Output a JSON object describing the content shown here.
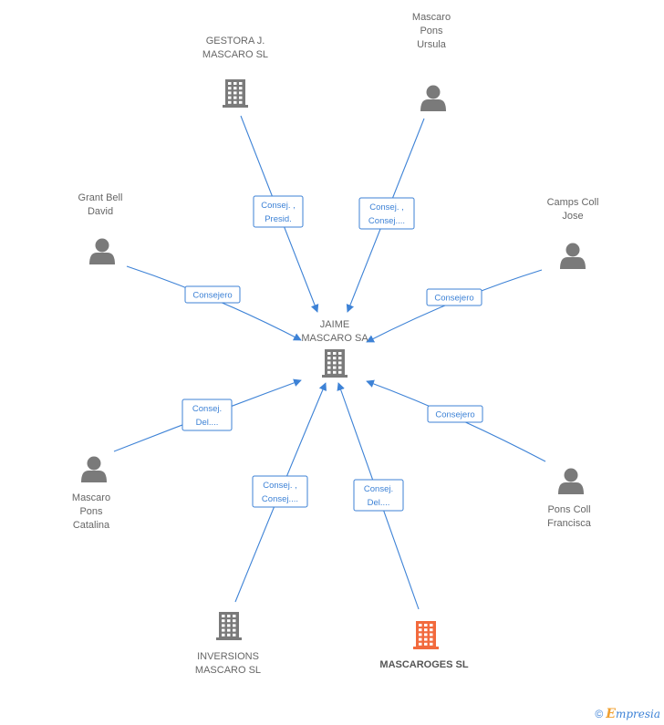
{
  "center": {
    "id": "jaime",
    "label": [
      "JAIME",
      "MASCARO SA"
    ],
    "type": "company",
    "highlight": false
  },
  "nodes": [
    {
      "id": "gestora",
      "label": [
        "GESTORA J.",
        "MASCARO SL"
      ],
      "type": "company",
      "highlight": false
    },
    {
      "id": "ursula",
      "label": [
        "Mascaro",
        "Pons",
        "Ursula"
      ],
      "type": "person",
      "highlight": false
    },
    {
      "id": "grant",
      "label": [
        "Grant Bell",
        "David"
      ],
      "type": "person",
      "highlight": false
    },
    {
      "id": "camps",
      "label": [
        "Camps Coll",
        "Jose"
      ],
      "type": "person",
      "highlight": false
    },
    {
      "id": "catalina",
      "label": [
        "Mascaro",
        "Pons",
        "Catalina"
      ],
      "type": "person",
      "highlight": false
    },
    {
      "id": "francisca",
      "label": [
        "Pons Coll",
        "Francisca"
      ],
      "type": "person",
      "highlight": false
    },
    {
      "id": "inversions",
      "label": [
        "INVERSIONS",
        "MASCARO SL"
      ],
      "type": "company",
      "highlight": false
    },
    {
      "id": "mascaroges",
      "label": [
        "MASCAROGES SL"
      ],
      "type": "company",
      "highlight": true
    }
  ],
  "edges": [
    {
      "from": "gestora",
      "label": [
        "Consej. ,",
        "Presid."
      ]
    },
    {
      "from": "ursula",
      "label": [
        "Consej. ,",
        "Consej...."
      ]
    },
    {
      "from": "grant",
      "label": [
        "Consejero"
      ]
    },
    {
      "from": "camps",
      "label": [
        "Consejero"
      ]
    },
    {
      "from": "catalina",
      "label": [
        "Consej.",
        "Del...."
      ]
    },
    {
      "from": "francisca",
      "label": [
        "Consejero"
      ]
    },
    {
      "from": "inversions",
      "label": [
        "Consej. ,",
        "Consej...."
      ]
    },
    {
      "from": "mascaroges",
      "label": [
        "Consej.",
        "Del...."
      ]
    }
  ],
  "colors": {
    "edge": "#3d82d6",
    "icon": "#7a7a7a",
    "highlight": "#f26a3d"
  },
  "footer": {
    "copyright": "©",
    "brand_initial": "E",
    "brand_rest": "mpresia"
  }
}
